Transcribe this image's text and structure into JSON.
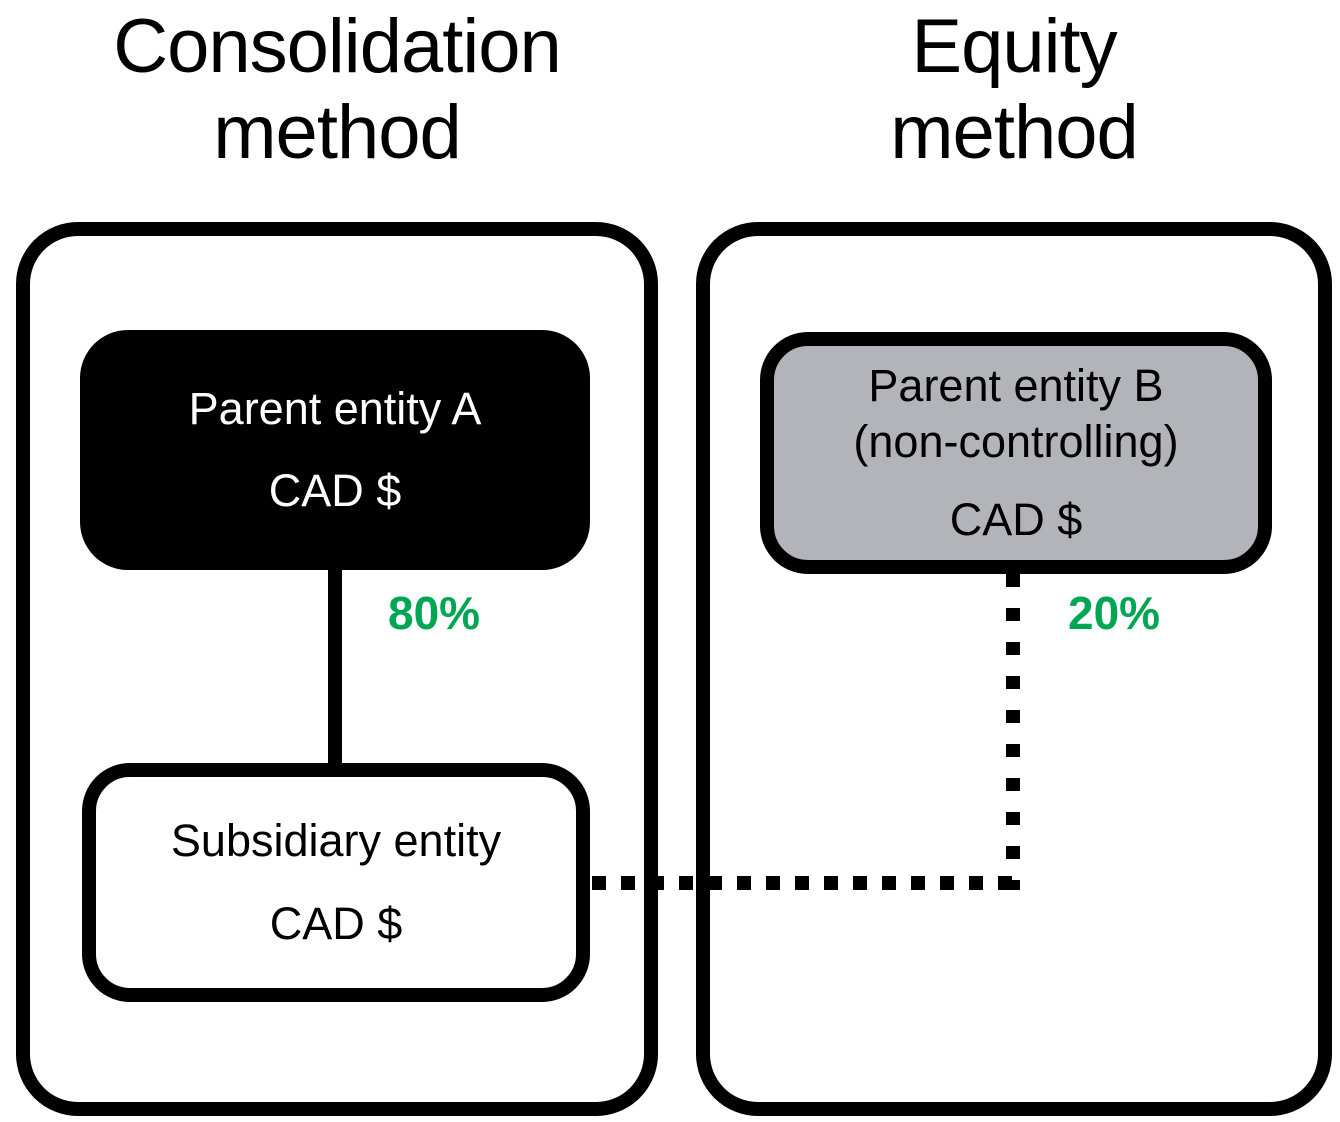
{
  "titles": {
    "left": "Consolidation\nmethod",
    "right": "Equity\nmethod"
  },
  "left_panel": {
    "method": "Consolidation method",
    "parent": {
      "name": "Parent entity A",
      "currency": "CAD $"
    },
    "subsidiary": {
      "name": "Subsidiary entity",
      "currency": "CAD $"
    },
    "ownership_pct": "80%",
    "link_style": "solid"
  },
  "right_panel": {
    "method": "Equity method",
    "parent": {
      "name": "Parent entity B",
      "qualifier": "(non-controlling)",
      "currency": "CAD $"
    },
    "ownership_pct": "20%",
    "link_style": "dotted"
  },
  "colors": {
    "ownership_green": "#00A651",
    "parent_a_fill": "#000000",
    "parent_a_text": "#ffffff",
    "parent_b_fill": "#b3b4b9",
    "border_black": "#000000",
    "background": "#ffffff"
  }
}
